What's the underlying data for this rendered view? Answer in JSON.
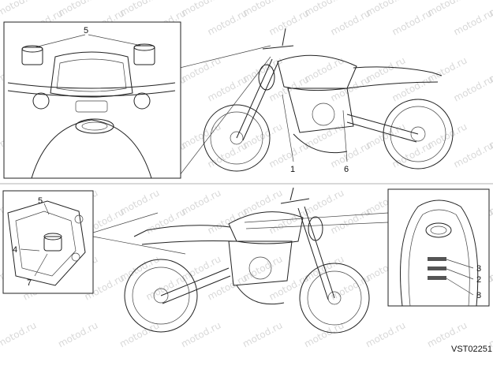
{
  "figure_code": "VST02251",
  "watermark": "motod.ru",
  "top_view": {
    "callouts": [
      "5",
      "1",
      "6"
    ]
  },
  "bottom_view": {
    "left_inset_callouts": [
      "5",
      "4",
      "7"
    ],
    "right_inset_callouts": [
      "3",
      "2",
      "8"
    ]
  },
  "colors": {
    "line": "#222222",
    "watermark": "#b9b9b9",
    "background": "#ffffff"
  }
}
